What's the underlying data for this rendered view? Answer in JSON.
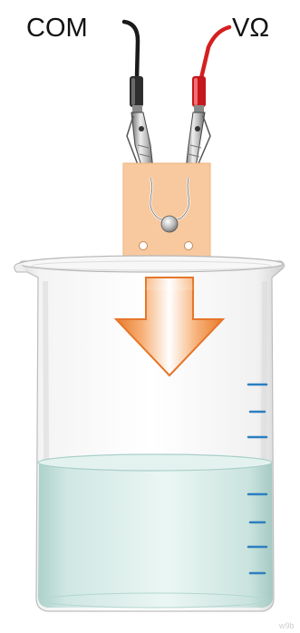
{
  "labels": {
    "com": "COM",
    "volt_ohm": "VΩ",
    "watermark": "w9b"
  },
  "colors": {
    "com_lead": "#1a1a1a",
    "volt_ohm_lead": "#d42020",
    "mount_plate": "#f8c99f",
    "arrow_orange": "#f2893a",
    "water": "#cfe7e3",
    "graduation_marks": "#2c7fc0"
  },
  "icons": {
    "arrow": "down-arrow-icon",
    "com_clip": "alligator-clip-icon",
    "volt_ohm_clip": "alligator-clip-icon"
  }
}
